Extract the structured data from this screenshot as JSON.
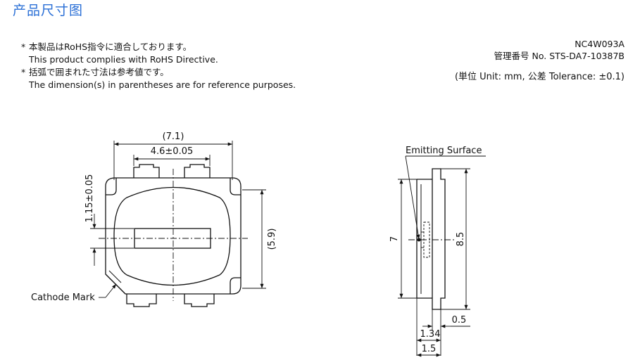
{
  "title": "产品尺寸图",
  "notes": [
    {
      "jp": "本製品はRoHS指令に適合しております。",
      "en": "This product complies with RoHS Directive."
    },
    {
      "jp": "括弧で囲まれた寸法は参考値です。",
      "en": "The dimension(s) in parentheses are for reference purposes."
    }
  ],
  "note_marker": "*",
  "model_code": "NC4W093A",
  "management_no": "管理番号 No. STS-DA7-10387B",
  "unit_tolerance": "(単位 Unit: mm,  公差 Tolerance: ±0.1)",
  "front_view": {
    "dim_overall_width": "(7.1)",
    "dim_lens_width": "4.6±0.05",
    "dim_offset": "1.15±0.05",
    "dim_height": "(5.9)",
    "cathode_mark_label": "Cathode Mark"
  },
  "side_view": {
    "emitting_surface_label": "Emitting Surface",
    "dim_inner_height": "7",
    "dim_outer_height": "8.5",
    "dim_small_thickness": "0.5",
    "dim_emitting_depth": "1.34",
    "dim_total_depth": "1.5"
  }
}
